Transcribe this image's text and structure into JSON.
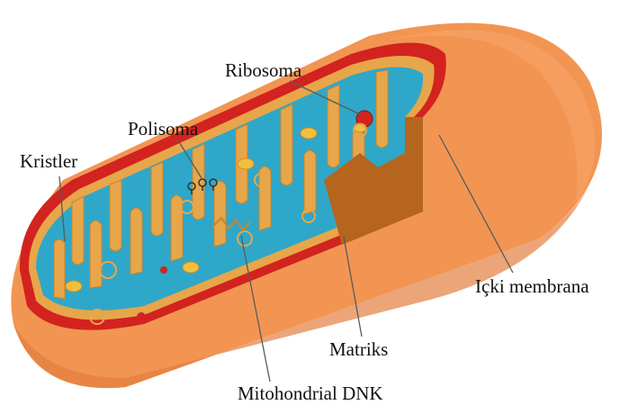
{
  "diagram": {
    "subject": "mitochondrion cross-section",
    "colors": {
      "outer_membrane": "#f29552",
      "outer_membrane_dark": "#e07a3a",
      "intermembrane_space": "#d2231f",
      "inner_membrane": "#e7a64a",
      "matrix": "#2fa7c9",
      "cut_wall": "#b5651d"
    },
    "labels": {
      "ribosome": "Ribosoma",
      "polysome": "Polisoma",
      "cristae": "Kristler",
      "inner_membrane": "Içki membrana",
      "matrix": "Matriks",
      "mtdna": "Mitohondrial DNK"
    }
  }
}
